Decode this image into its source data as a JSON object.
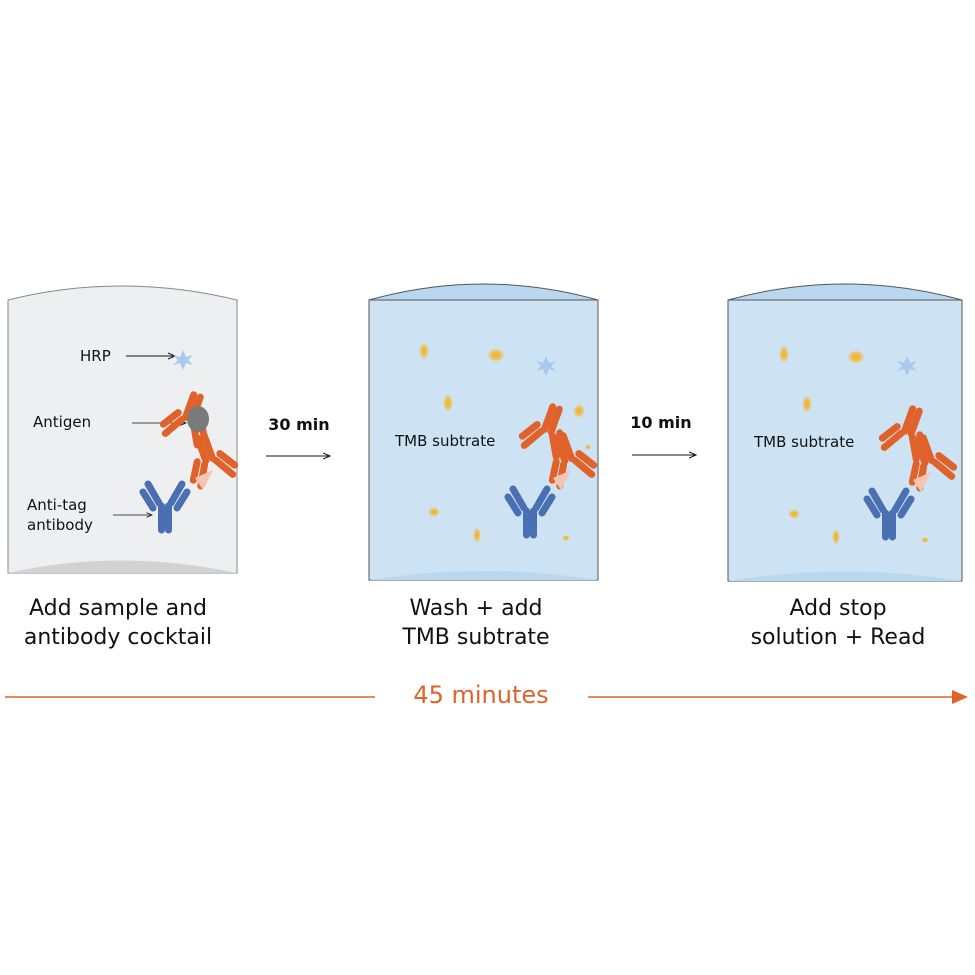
{
  "colors": {
    "accent": "#e0622a",
    "capture_antibody": "#4a6fb3",
    "detection_antibody": "#e0622a",
    "hrp": "#a9c8ec",
    "antigen": "#7a7a7a",
    "tmb_droplet": "#f2b83a",
    "tube_empty": "#eeeff0",
    "tube_filled": "#cde3f4"
  },
  "steps": [
    {
      "caption_line1": "Add sample and",
      "caption_line2": "antibody cocktail",
      "labels": {
        "hrp": "HRP",
        "antigen": "Antigen",
        "antitag_line1": "Anti-tag",
        "antitag_line2": "antibody"
      }
    },
    {
      "caption_line1": "Wash + add",
      "caption_line2": "TMB subtrate",
      "substrate_label": "TMB subtrate"
    },
    {
      "caption_line1": "Add stop",
      "caption_line2": "solution + Read",
      "substrate_label": "TMB subtrate"
    }
  ],
  "transitions": [
    {
      "label": "30 min"
    },
    {
      "label": "10 min"
    }
  ],
  "timeline": {
    "label": "45 minutes"
  }
}
